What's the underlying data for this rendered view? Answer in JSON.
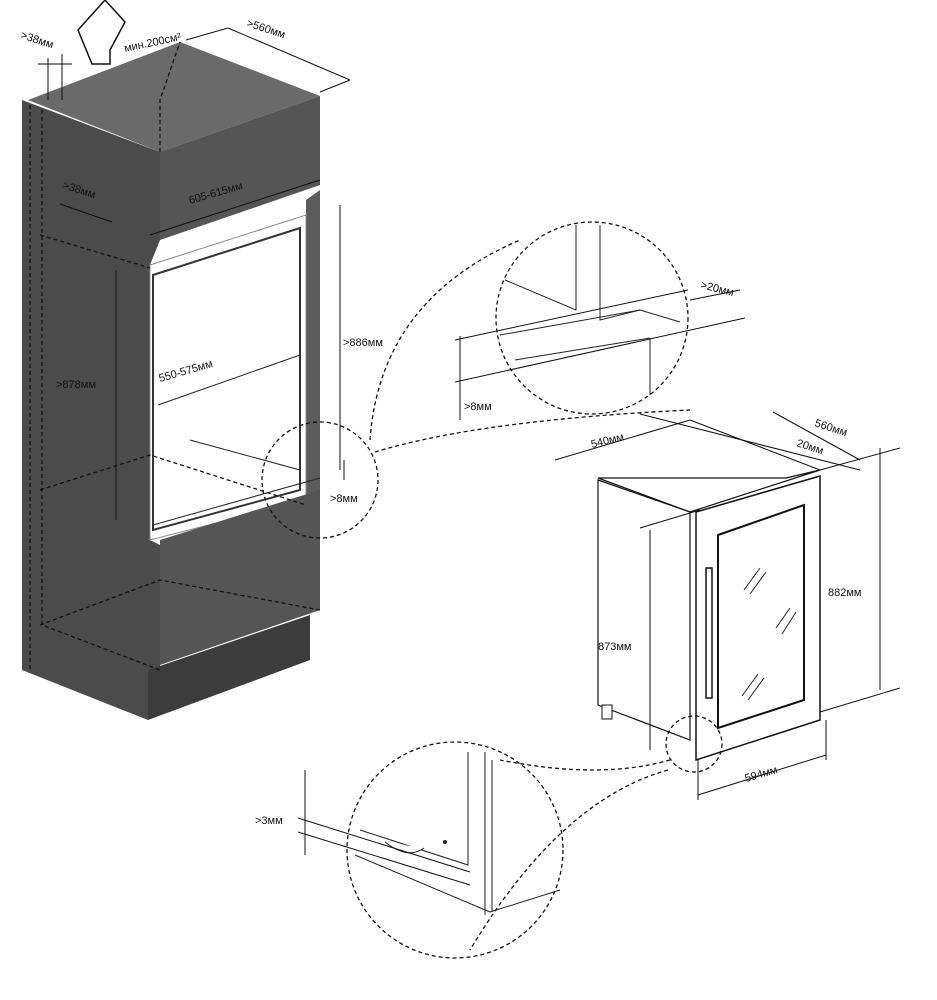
{
  "cabinet": {
    "top_gap": ">38мм",
    "vent_area": "мин.200см²",
    "depth": ">560мм",
    "side_gap": ">38мм",
    "niche_width": "605-615мм",
    "niche_inner_width": "550-575мм",
    "niche_height_left": ">878мм",
    "niche_height_right": ">886мм",
    "bottom_gap": ">8мм"
  },
  "zoom_top": {
    "depth_offset": ">20мм",
    "gap": ">8мм"
  },
  "appliance": {
    "width_top": "540мм",
    "depth": "560мм",
    "door_thickness": "20мм",
    "height_total": "882мм",
    "height_body": "873мм",
    "width_front": "594мм"
  },
  "zoom_bottom": {
    "gap": ">3мм"
  },
  "colors": {
    "cabinet_face": "#5a5a5a",
    "cabinet_side": "#3f3f3f",
    "cabinet_top": "#4a4a4a"
  }
}
